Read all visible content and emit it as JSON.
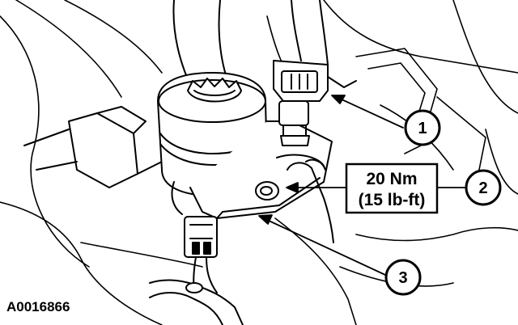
{
  "callouts": {
    "c1": "1",
    "c2": "2",
    "c3": "3"
  },
  "torque": {
    "line1": "20 Nm",
    "line2": "(15 lb-ft)"
  },
  "figure_id": "A0016866"
}
